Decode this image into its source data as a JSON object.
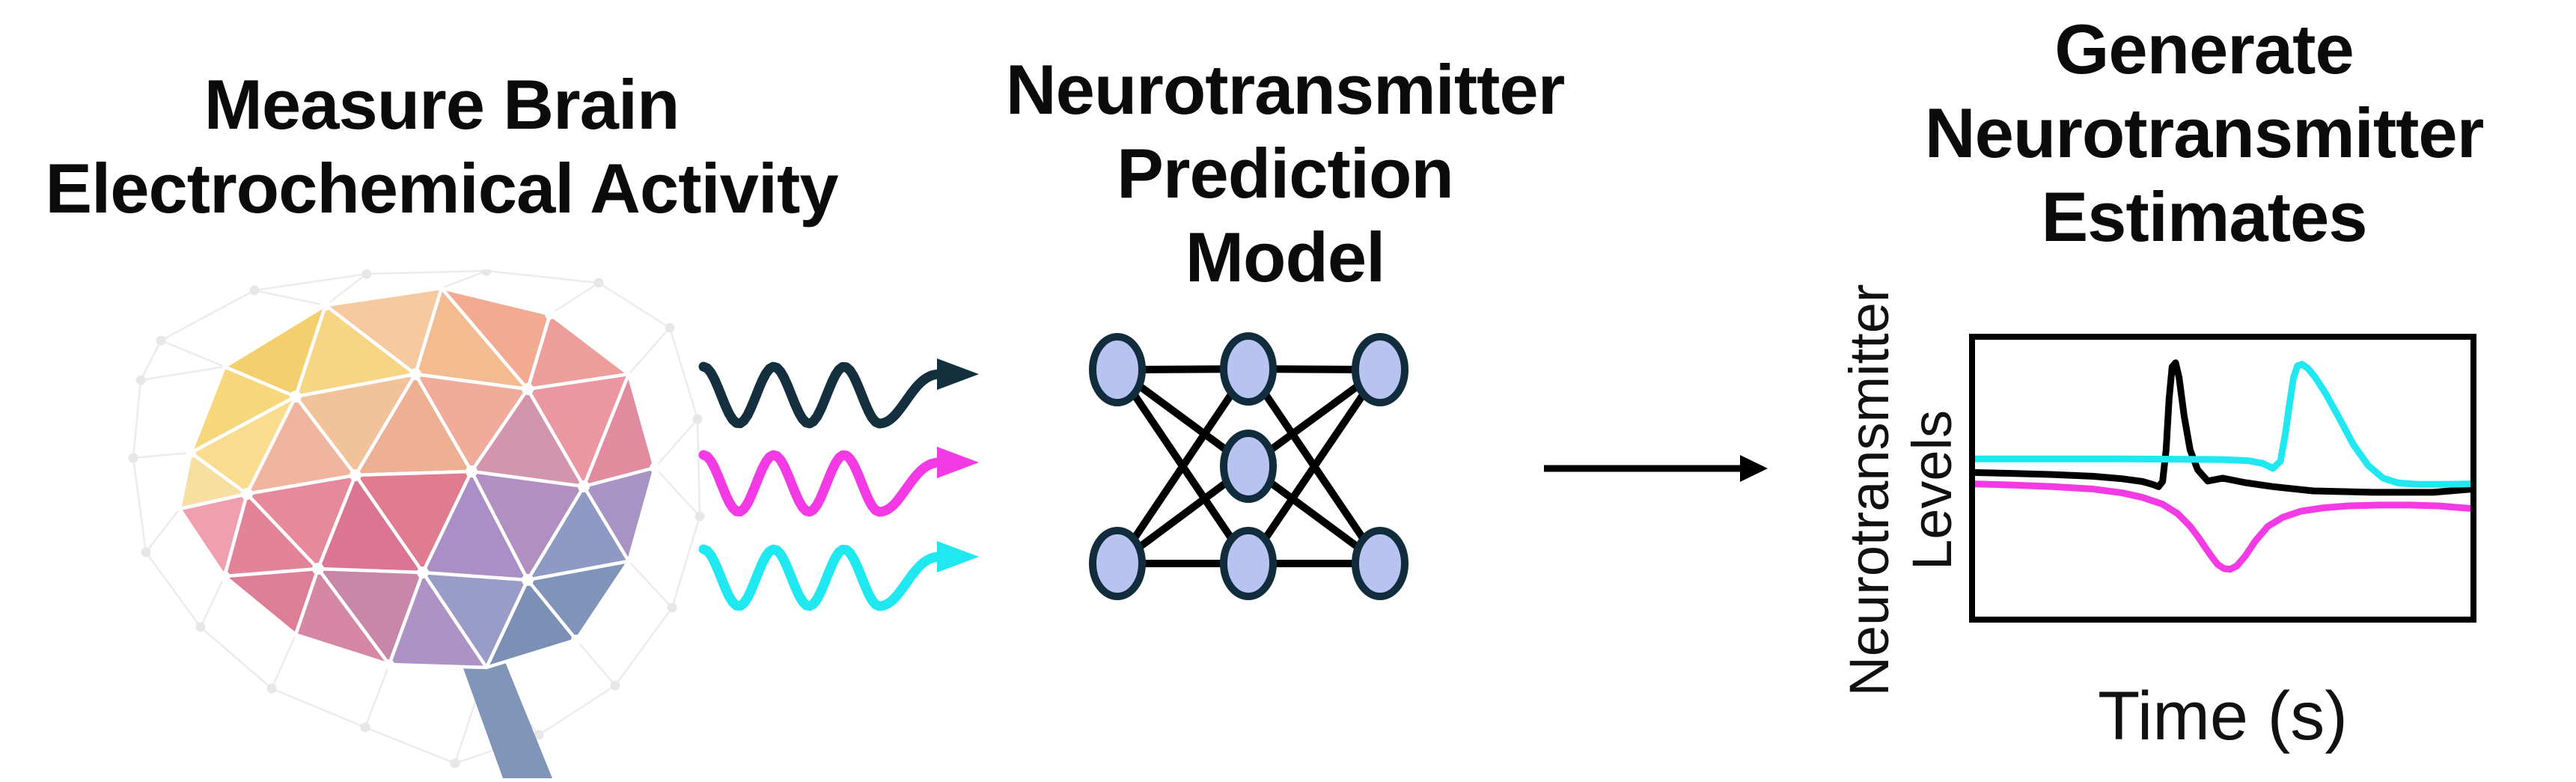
{
  "figure": {
    "background": "#ffffff",
    "text_color": "#0b0b0b"
  },
  "stages": {
    "measure": {
      "title_lines": [
        "Measure Brain",
        "Electrochemical Activity"
      ],
      "icon": "low-poly-brain-illustration"
    },
    "signals": {
      "icon": "signal-wave-arrows",
      "waves": [
        {
          "name": "measured-signal-wave-1",
          "color": "#14303f"
        },
        {
          "name": "measured-signal-wave-2",
          "color": "#f43ae4"
        },
        {
          "name": "measured-signal-wave-3",
          "color": "#1fe8f0"
        }
      ]
    },
    "model": {
      "title_lines": [
        "Neurotransmitter",
        "Prediction",
        "Model"
      ],
      "network": {
        "layers": [
          2,
          3,
          2
        ],
        "node_fill": "#b9c3f1",
        "node_stroke": "#112c3c",
        "edge_color": "#000000"
      }
    },
    "flow": {
      "icon": "flow-arrow-right",
      "color": "#000000"
    },
    "output": {
      "title_lines": [
        "Generate",
        "Neurotransmitter",
        "Estimates"
      ]
    }
  },
  "chart_data": {
    "type": "line",
    "title": "",
    "xlabel": "Time (s)",
    "ylabel": "Neurotransmitter Levels",
    "ylabel_lines": [
      "Neurotransmitter",
      "Levels"
    ],
    "grid": false,
    "frame": true,
    "x_tick_labels": [],
    "y_tick_labels": [],
    "x_range_normalized": [
      0,
      1
    ],
    "y_range_normalized": [
      0,
      1
    ],
    "legend": "none",
    "series": [
      {
        "name": "neurotransmitter-black",
        "color": "#000000",
        "points": [
          [
            0.0,
            0.52
          ],
          [
            0.08,
            0.517
          ],
          [
            0.16,
            0.513
          ],
          [
            0.24,
            0.507
          ],
          [
            0.3,
            0.498
          ],
          [
            0.34,
            0.488
          ],
          [
            0.36,
            0.478
          ],
          [
            0.372,
            0.47
          ],
          [
            0.38,
            0.488
          ],
          [
            0.387,
            0.6
          ],
          [
            0.393,
            0.78
          ],
          [
            0.399,
            0.893
          ],
          [
            0.406,
            0.908
          ],
          [
            0.413,
            0.855
          ],
          [
            0.423,
            0.72
          ],
          [
            0.435,
            0.6
          ],
          [
            0.45,
            0.53
          ],
          [
            0.47,
            0.49
          ],
          [
            0.5,
            0.5
          ],
          [
            0.545,
            0.484
          ],
          [
            0.6,
            0.47
          ],
          [
            0.68,
            0.455
          ],
          [
            0.8,
            0.45
          ],
          [
            0.92,
            0.45
          ],
          [
            1.0,
            0.462
          ]
        ]
      },
      {
        "name": "neurotransmitter-magenta",
        "color": "#f43ae4",
        "points": [
          [
            0.0,
            0.48
          ],
          [
            0.08,
            0.476
          ],
          [
            0.16,
            0.47
          ],
          [
            0.24,
            0.462
          ],
          [
            0.3,
            0.448
          ],
          [
            0.34,
            0.432
          ],
          [
            0.38,
            0.408
          ],
          [
            0.41,
            0.375
          ],
          [
            0.435,
            0.33
          ],
          [
            0.452,
            0.29
          ],
          [
            0.465,
            0.255
          ],
          [
            0.478,
            0.222
          ],
          [
            0.49,
            0.195
          ],
          [
            0.503,
            0.18
          ],
          [
            0.515,
            0.178
          ],
          [
            0.528,
            0.19
          ],
          [
            0.545,
            0.225
          ],
          [
            0.565,
            0.278
          ],
          [
            0.59,
            0.33
          ],
          [
            0.62,
            0.362
          ],
          [
            0.655,
            0.383
          ],
          [
            0.7,
            0.395
          ],
          [
            0.75,
            0.402
          ],
          [
            0.81,
            0.405
          ],
          [
            0.87,
            0.405
          ],
          [
            0.93,
            0.402
          ],
          [
            1.0,
            0.392
          ]
        ]
      },
      {
        "name": "neurotransmitter-cyan",
        "color": "#1fe8f0",
        "points": [
          [
            0.0,
            0.568
          ],
          [
            0.15,
            0.568
          ],
          [
            0.3,
            0.568
          ],
          [
            0.42,
            0.567
          ],
          [
            0.5,
            0.566
          ],
          [
            0.55,
            0.562
          ],
          [
            0.58,
            0.552
          ],
          [
            0.6,
            0.535
          ],
          [
            0.615,
            0.56
          ],
          [
            0.625,
            0.66
          ],
          [
            0.633,
            0.76
          ],
          [
            0.641,
            0.855
          ],
          [
            0.649,
            0.897
          ],
          [
            0.658,
            0.903
          ],
          [
            0.67,
            0.888
          ],
          [
            0.685,
            0.855
          ],
          [
            0.705,
            0.8
          ],
          [
            0.73,
            0.72
          ],
          [
            0.76,
            0.62
          ],
          [
            0.79,
            0.545
          ],
          [
            0.82,
            0.5
          ],
          [
            0.85,
            0.483
          ],
          [
            0.89,
            0.478
          ],
          [
            0.94,
            0.478
          ],
          [
            1.0,
            0.48
          ]
        ]
      }
    ]
  }
}
